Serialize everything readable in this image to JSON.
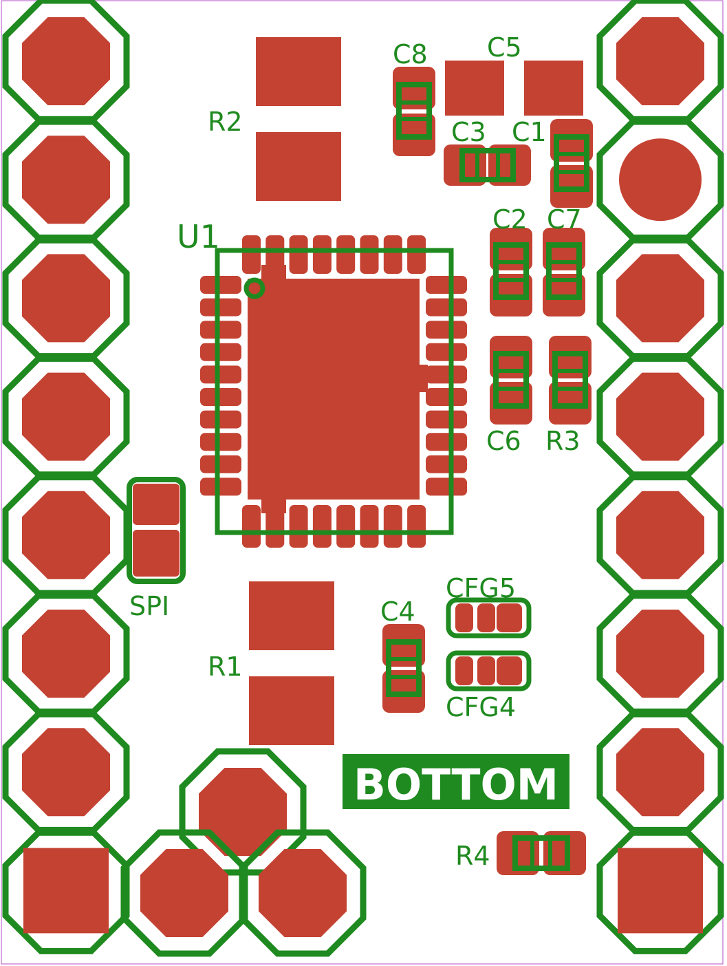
{
  "board": {
    "side_label": "BOTTOM",
    "colors": {
      "copper": "#c44232",
      "silkscreen": "#1f8a1f",
      "background": "#ffffff",
      "outline": "#b04cc4"
    }
  },
  "labels": {
    "u1": "U1",
    "r1": "R1",
    "r2": "R2",
    "r3": "R3",
    "r4": "R4",
    "c1": "C1",
    "c2": "C2",
    "c3": "C3",
    "c4": "C4",
    "c5": "C5",
    "c6": "C6",
    "c7": "C7",
    "c8": "C8",
    "spi": "SPI",
    "cfg4": "CFG4",
    "cfg5": "CFG5"
  },
  "headers": {
    "left_pin_count": 8,
    "right_pin_count": 8,
    "bottom_pin_count": 3
  }
}
